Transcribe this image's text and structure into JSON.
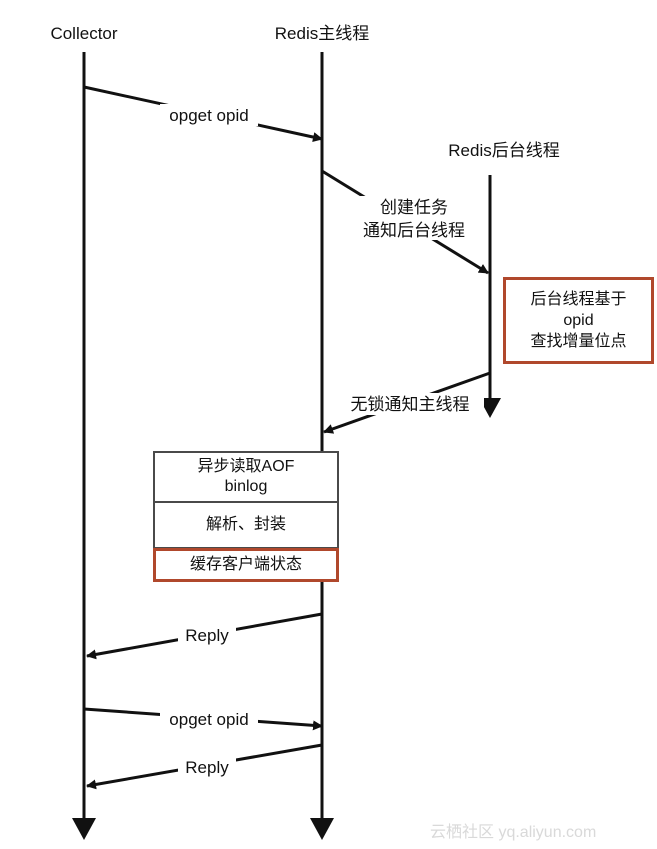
{
  "lanes": {
    "collector": "Collector",
    "redis_main": "Redis主线程",
    "redis_bg": "Redis后台线程"
  },
  "messages": {
    "opget1": "opget opid",
    "create_task_line1": "创建任务",
    "create_task_line2": "通知后台线程",
    "lockfree_notify": "无锁通知主线程",
    "reply1": "Reply",
    "opget2": "opget opid",
    "reply2": "Reply"
  },
  "bg_box": {
    "line1": "后台线程基于",
    "line2": "opid",
    "line3": "查找增量位点"
  },
  "process_stack": {
    "step1_line1": "异步读取AOF",
    "step1_line2": "binlog",
    "step2": "解析、封装",
    "step3": "缓存客户端状态"
  },
  "colors": {
    "line": "#111111",
    "box_border": "#4a4a4a",
    "highlight_border": "#b0482c"
  },
  "watermark": "云栖社区 yq.aliyun.com"
}
